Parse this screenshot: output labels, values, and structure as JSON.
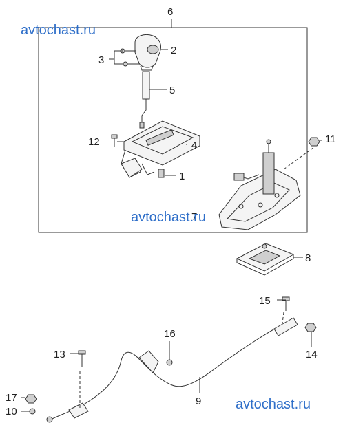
{
  "watermark": {
    "top": "avtochast.ru",
    "middle": "avtochast.ru",
    "bottom": "avtochast.ru",
    "color": "#2f6fc9"
  },
  "callouts": {
    "c1": "1",
    "c2": "2",
    "c3": "3",
    "c4": "4",
    "c5": "5",
    "c6": "6",
    "c7": "7",
    "c8": "8",
    "c9": "9",
    "c10": "10",
    "c11": "11",
    "c12": "12",
    "c13": "13",
    "c14": "14",
    "c15": "15",
    "c16": "16",
    "c17": "17"
  }
}
